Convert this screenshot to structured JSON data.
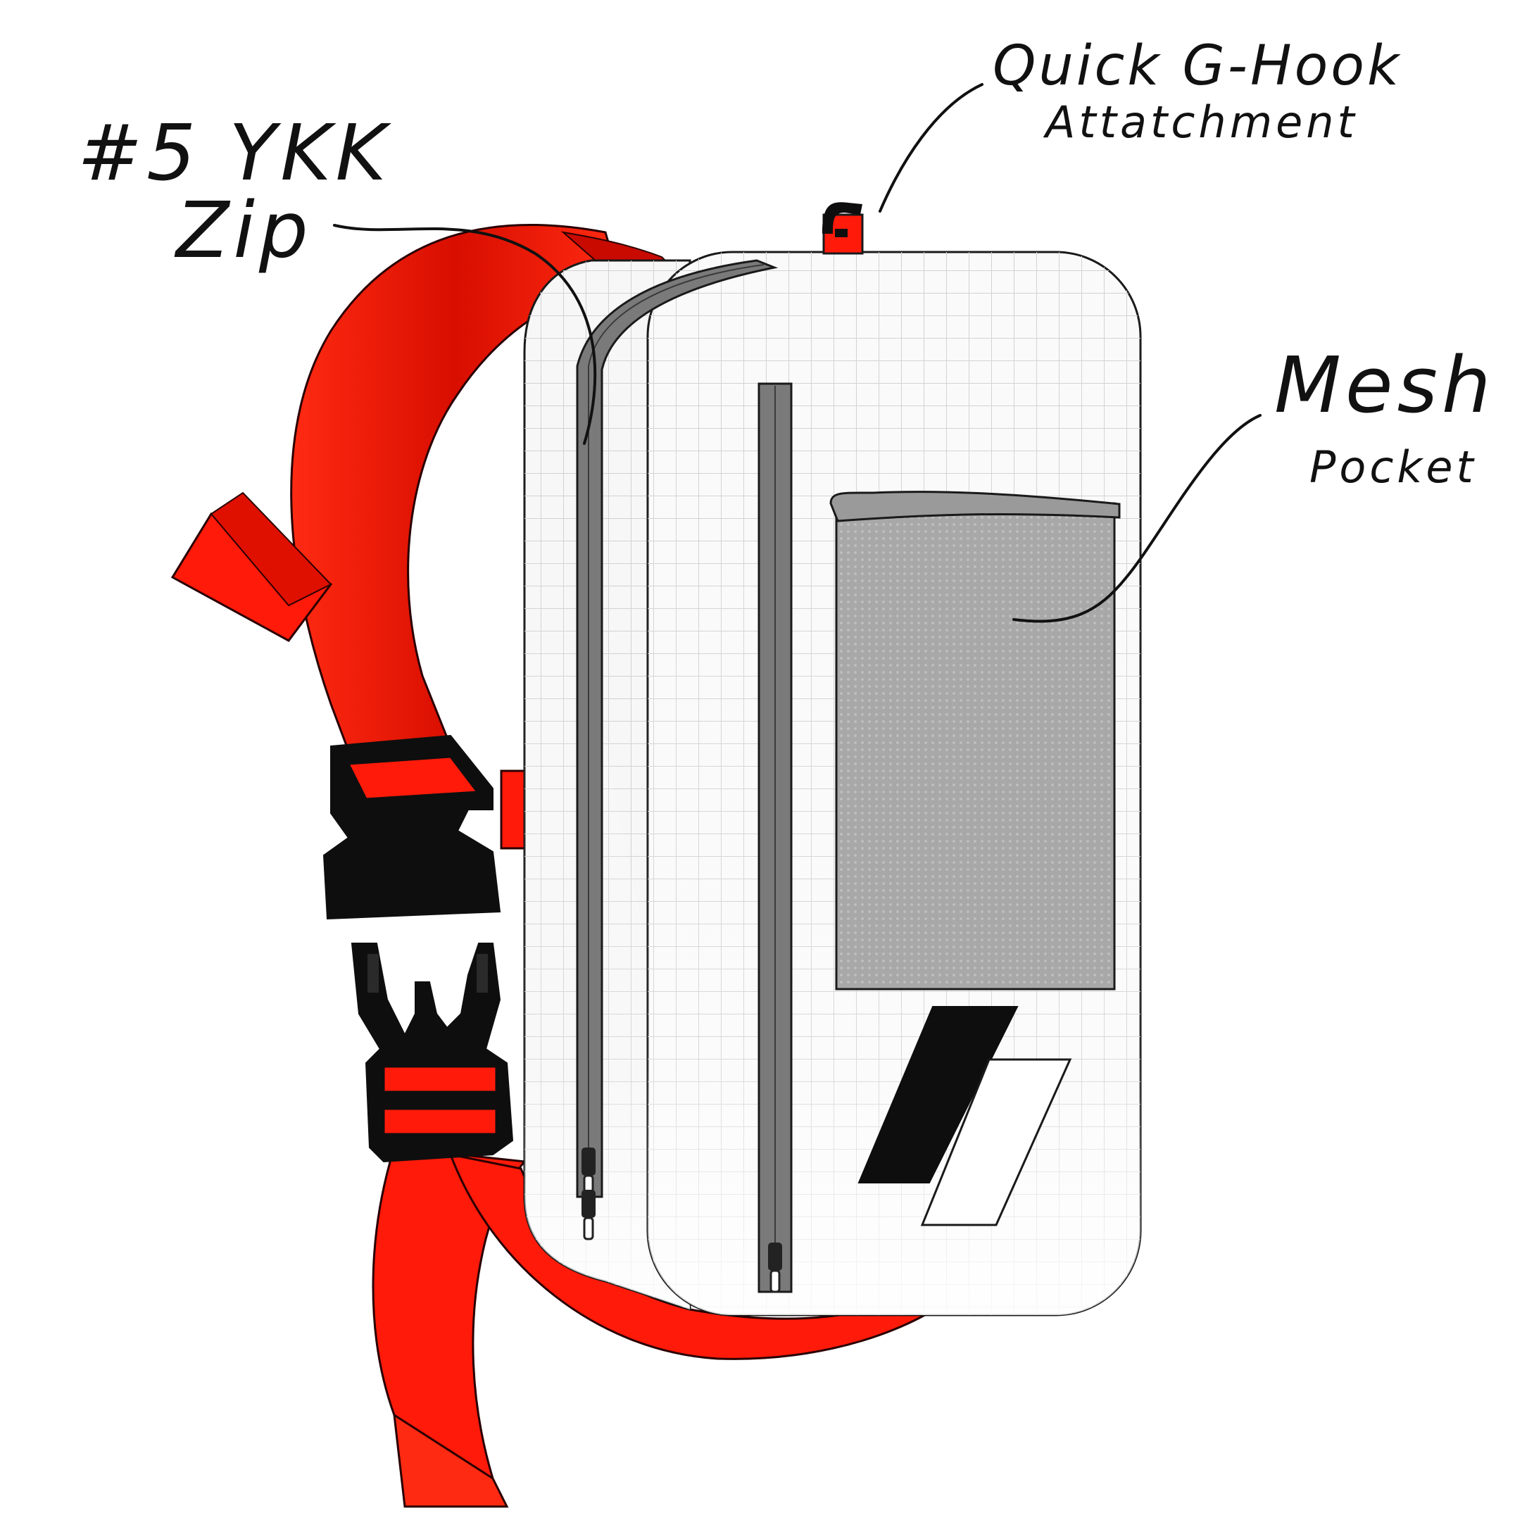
{
  "annotations": {
    "zip": {
      "line1": "#5 YKK",
      "line2": "Zip"
    },
    "hook": {
      "line1": "Quick G-Hook",
      "line2": "Attatchment"
    },
    "mesh": {
      "line1": "Mesh",
      "line2": "Pocket"
    }
  },
  "colors": {
    "strap_red": "#ff1a0a",
    "strap_red_dark": "#c80a00",
    "body_white": "#fbfbfb",
    "grid_line": "#cfcfcf",
    "zipper_gray": "#7a7a7a",
    "mesh_gray": "#a9a9a9",
    "buckle_black": "#0e0e0e",
    "outline": "#1a1a1a"
  }
}
